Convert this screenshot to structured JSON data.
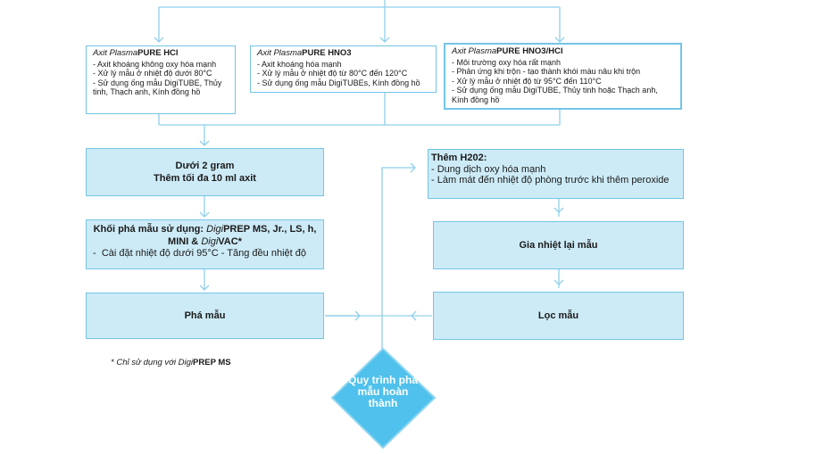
{
  "acids": [
    {
      "title_italic": "Axit Plasma",
      "title_bold": "PURE HCl",
      "items": [
        "Axit khoáng không oxy hóa mạnh",
        "Xử lý mẫu ở nhiệt độ dưới 80°C",
        "Sử dụng ống mẫu DigiTUBE, Thủy tinh, Thạch anh, Kính đồng hồ"
      ]
    },
    {
      "title_italic": "Axit Plasma",
      "title_bold": "PURE HNO3",
      "items": [
        "Axit khoáng hóa mạnh",
        "Xử lý mẫu ở nhiệt độ từ 80°C đến 120°C",
        "Sử dụng ống mẫu DigiTUBEs, Kính đồng hồ"
      ]
    },
    {
      "title_italic": "Axit Plasma",
      "title_bold": "PURE HNO3/HCl",
      "items": [
        "Môi trường oxy hóa rất mạnh",
        "Phản ứng khi trộn - tạo thành khói màu nâu khi trộn",
        "Xử lý mẫu ở nhiệt độ từ  95°C đến 110°C",
        "Sử dụng ống mẫu DigiTUBE, Thủy tinh hoặc Thạch anh, Kính đồng hồ"
      ]
    }
  ],
  "sample": {
    "line1": "Dưới 2 gram",
    "line2": "Thêm tối đa 10 ml axit"
  },
  "digiprep": {
    "head_pre": "Khối phá mẫu sử dụng: ",
    "head_italic": "Digi",
    "head_bold": "PREP MS, Jr., LS, h, MINI & ",
    "head_italic2": "Digi",
    "head_bold2": "VAC*",
    "setting": "Cài đặt nhiệt độ dưới 95°C - Tăng đều nhiệt độ"
  },
  "digest": "Phá mẫu",
  "peroxide": {
    "head": "Thêm H202:",
    "items": [
      "Dung dịch oxy hóa mạnh",
      "Làm mát đến nhiệt độ phòng trước khi thêm peroxide"
    ]
  },
  "reheat": "Gia nhiệt lại mẫu",
  "filter": "Lọc mẫu",
  "complete": "Quy trình phá mẫu hoàn thành",
  "footnote": {
    "prefix": "* Chỉ sử dụng với ",
    "italic": "Digi",
    "bold": "PREP MS"
  },
  "colors": {
    "box_fill": "#cdebf7",
    "border": "#74c5e5",
    "line": "#8fd0ea",
    "diamond": "#4fc1ec"
  }
}
